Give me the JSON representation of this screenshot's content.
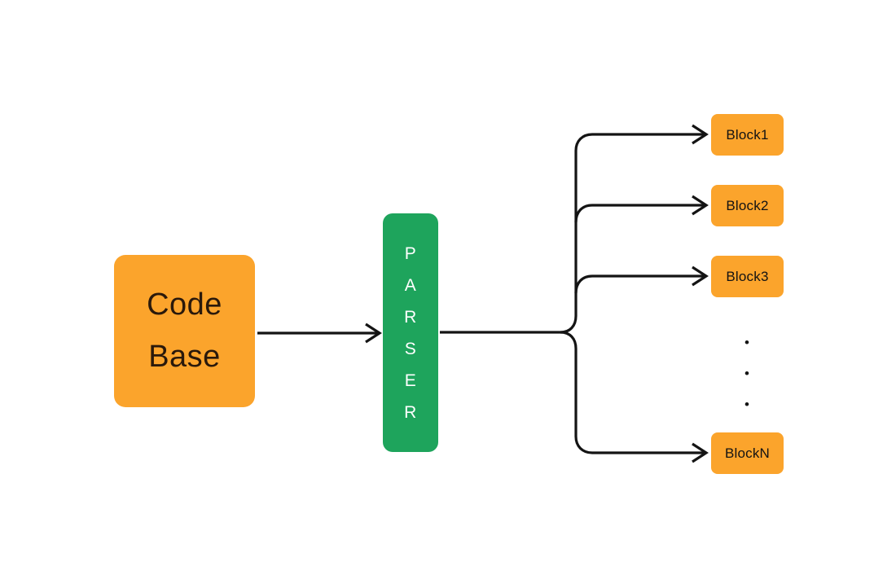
{
  "diagram": {
    "codebase": {
      "line1": "Code",
      "line2": "Base"
    },
    "parser": {
      "label": "PARSER",
      "letters": [
        "P",
        "A",
        "R",
        "S",
        "E",
        "R"
      ]
    },
    "blocks": [
      {
        "label": "Block1"
      },
      {
        "label": "Block2"
      },
      {
        "label": "Block3"
      },
      {
        "label": "BlockN"
      }
    ],
    "ellipsis": [
      "•",
      "•",
      "•"
    ],
    "colors": {
      "orange": "#FBA42C",
      "green": "#1EA45C",
      "line": "#141414",
      "text_dark": "#2A190B",
      "text_block": "#131313",
      "text_parser": "#FFFFFF",
      "background": "#FFFFFF"
    }
  }
}
